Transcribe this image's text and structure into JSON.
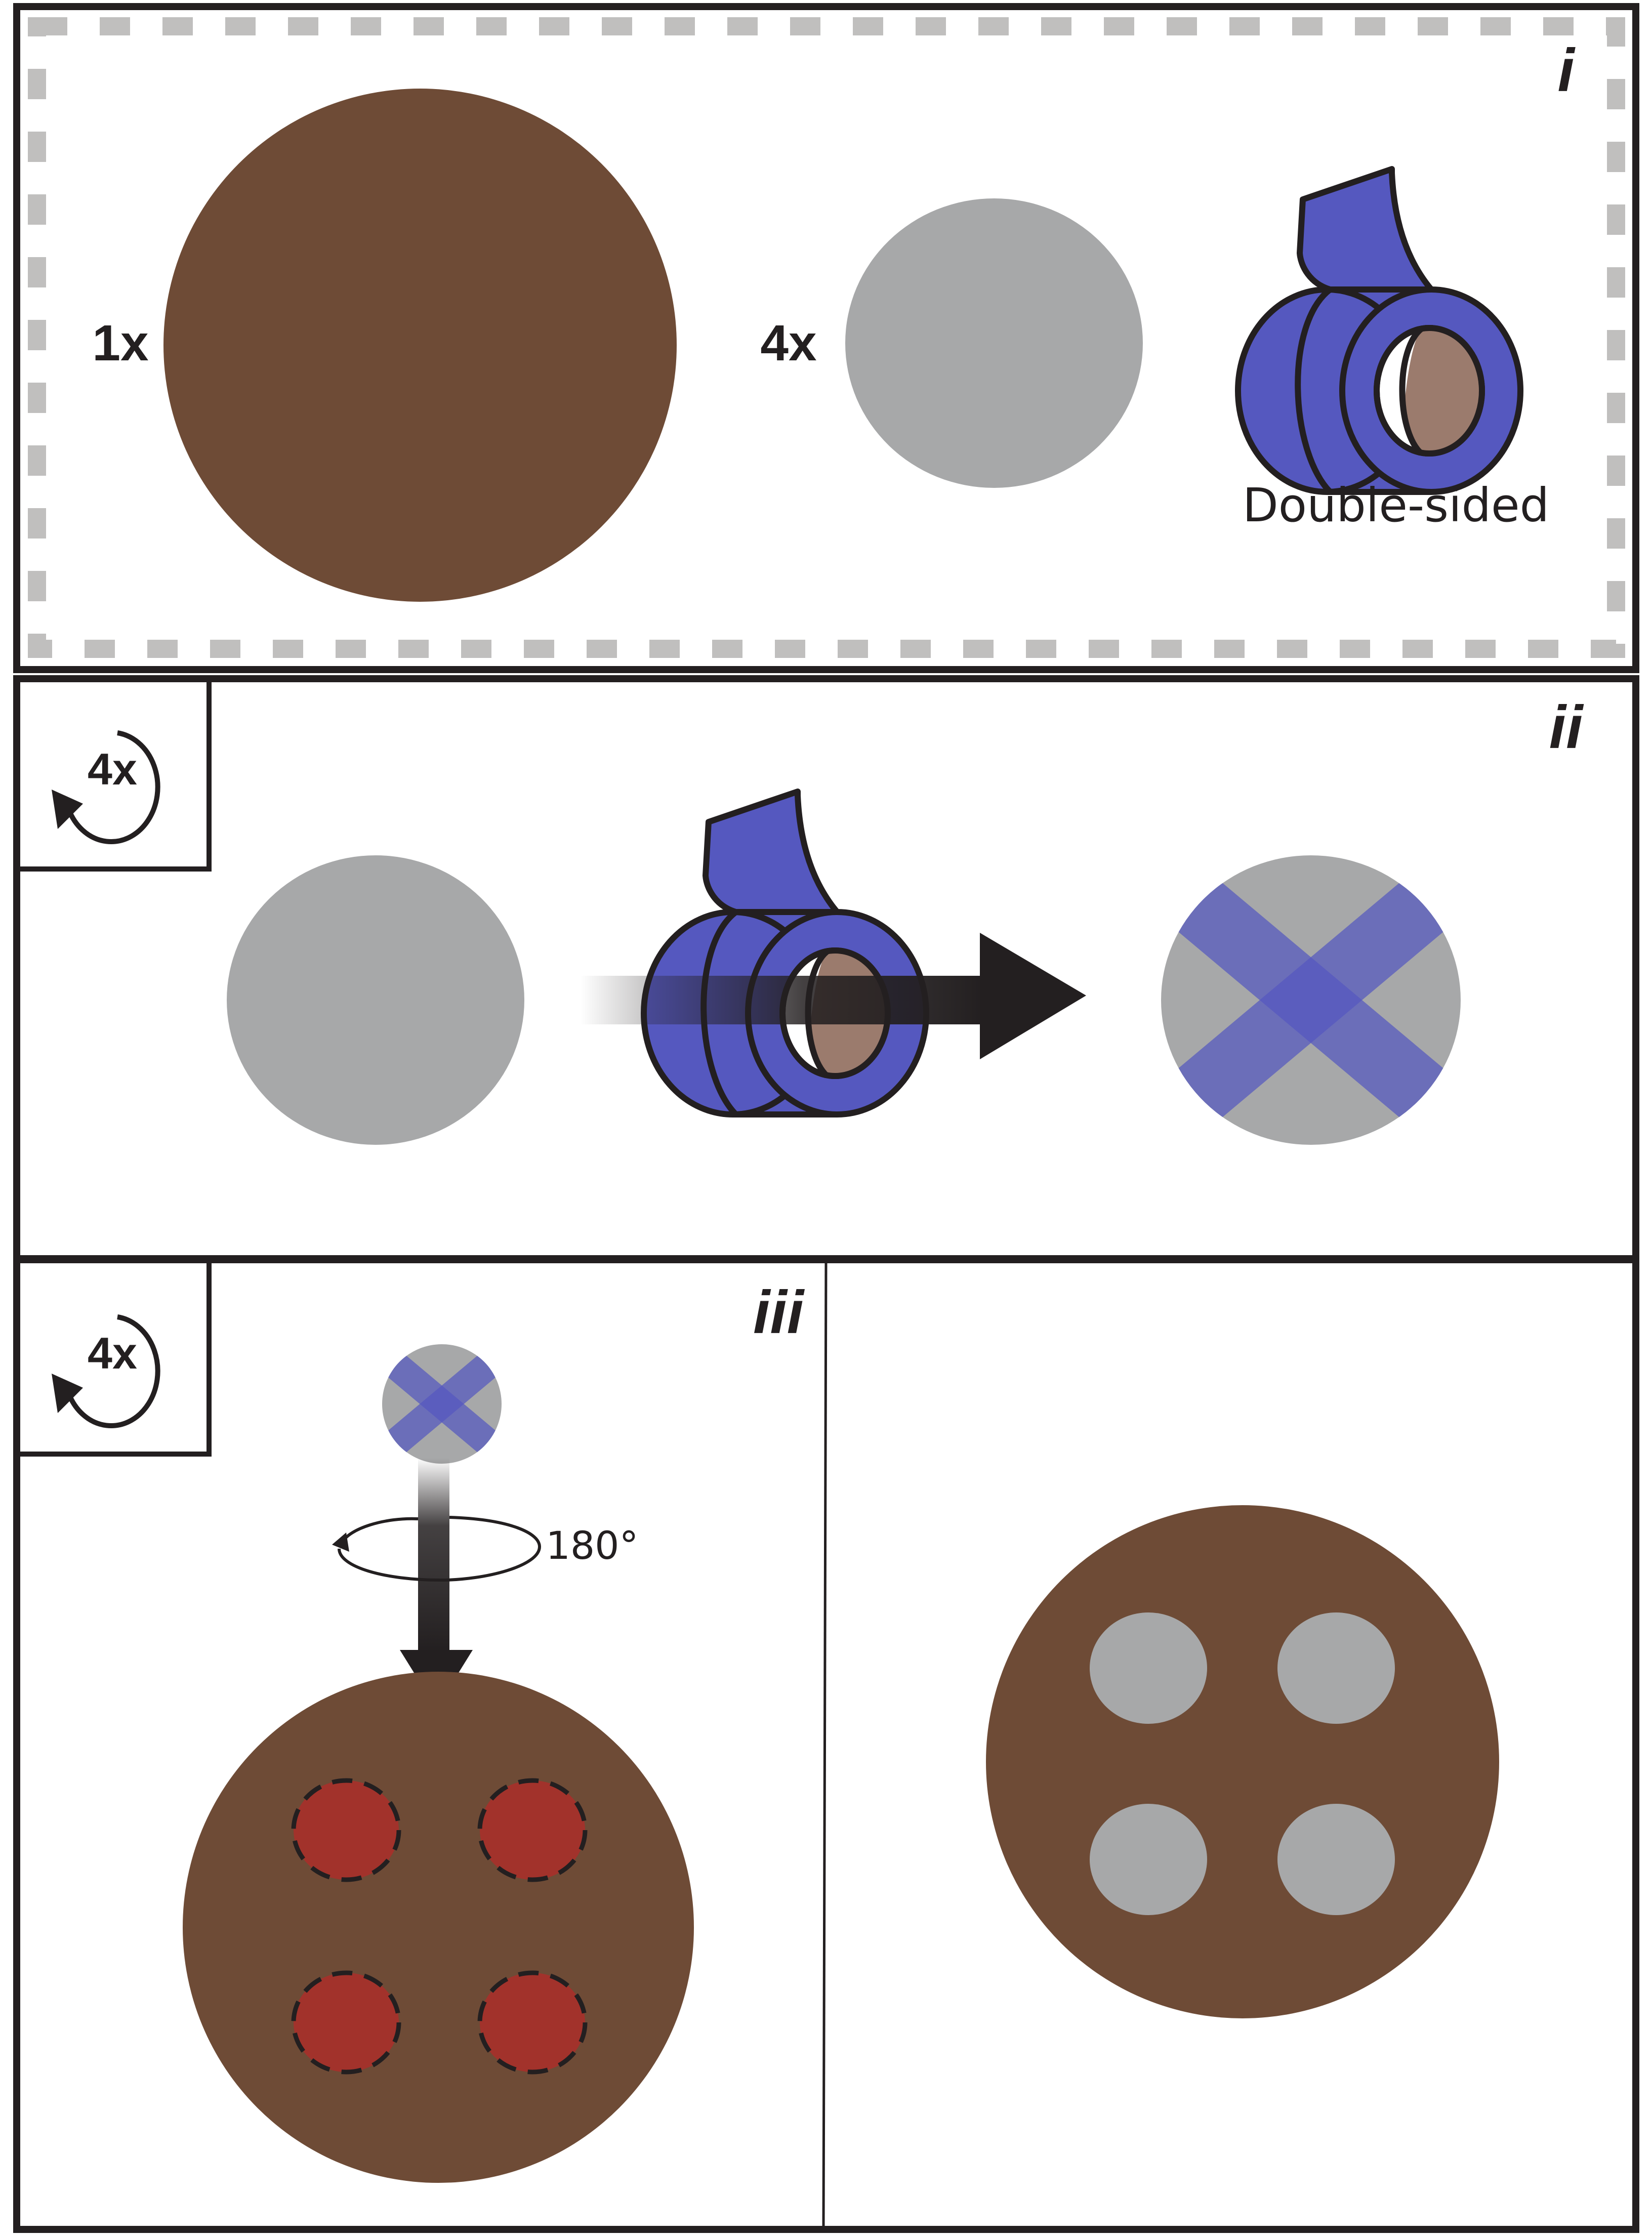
{
  "panels": {
    "i": {
      "label": "i"
    },
    "ii": {
      "label": "ii"
    },
    "iii": {
      "label": "iii"
    }
  },
  "materials": {
    "large_disc_count": "1x",
    "small_disc_count": "4x",
    "tape_label": "Double-sided"
  },
  "repeat_badges": {
    "ii": "4x",
    "iii": "4x"
  },
  "rotation_label": "180°",
  "colors": {
    "brown_disc": "#6e4b36",
    "grey_disc": "#a7a8a9",
    "tape_blue": "#5558bf",
    "tape_core": "#9b7b6d",
    "red_spot": "#a2322b",
    "outline": "#231f20",
    "dash_grey": "#c0bfbe"
  },
  "icons": {
    "tape_roll": "tape-roll-icon",
    "repeat": "repeat-arrow-icon",
    "rotate": "rotate-arrow-icon"
  }
}
